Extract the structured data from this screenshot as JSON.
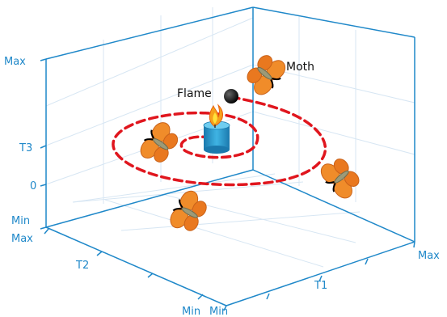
{
  "colors": {
    "axis": "#1f88c9",
    "grid": "#d7e6f3",
    "spiral": "#e0161e",
    "moth_wing": "#f08c2a",
    "moth_wing_dark": "#c9621a",
    "candle": "#2a9ccf",
    "flame_outer": "#f6a11b",
    "flame_inner": "#ffe23b"
  },
  "labels": {
    "flame": "Flame",
    "moth": "Moth"
  },
  "axes": {
    "vertical": {
      "max": "Max",
      "t3": "T3",
      "zero": "0",
      "min": "Min"
    },
    "t2": {
      "max": "Max",
      "name": "T2",
      "min": "Min"
    },
    "t1": {
      "min": "Min",
      "name": "T1",
      "max": "Max"
    }
  },
  "icons": [
    "moth-icon",
    "candle-icon",
    "flame-icon",
    "spiral-path"
  ]
}
